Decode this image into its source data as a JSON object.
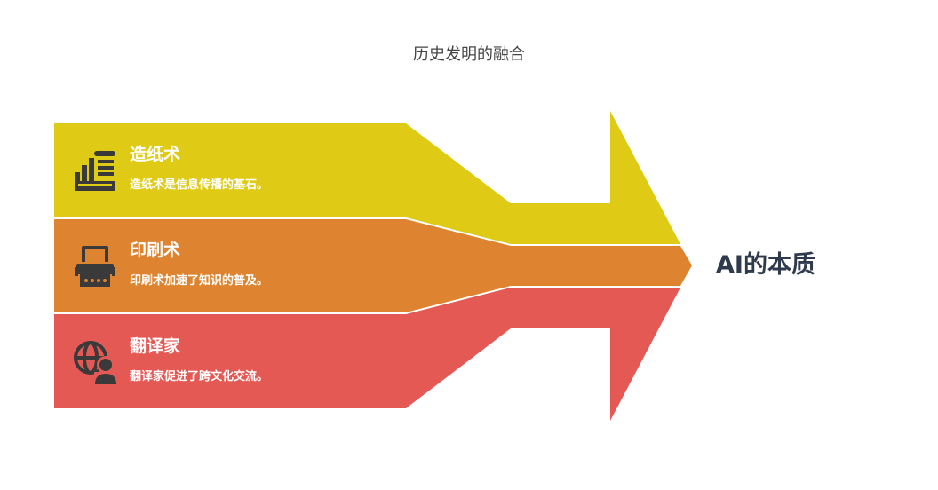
{
  "title": "历史发明的融合",
  "bands": [
    {
      "title": "造纸术",
      "desc": "造纸术是信息传播的基石。",
      "color": "#dfcb16",
      "icon": "paper-mill-icon"
    },
    {
      "title": "印刷术",
      "desc": "印刷术加速了知识的普及。",
      "color": "#de8430",
      "icon": "printing-press-icon"
    },
    {
      "title": "翻译家",
      "desc": "翻译家促进了跨文化交流。",
      "color": "#e55955",
      "icon": "globe-person-icon"
    }
  ],
  "result": "AI的本质"
}
